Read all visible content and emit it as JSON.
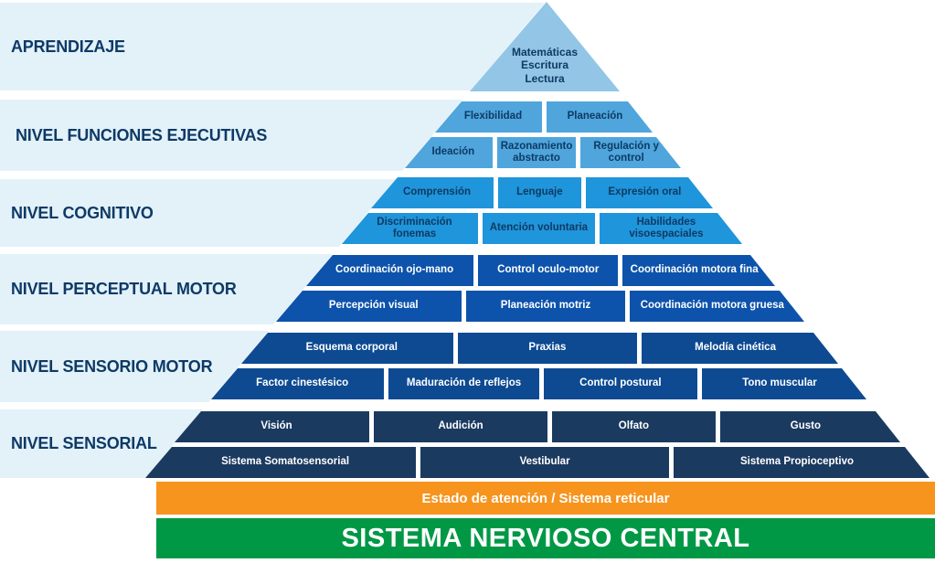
{
  "title_bands": [
    {
      "label": "APRENDIZAJE"
    },
    {
      "label": "NIVEL FUNCIONES EJECUTIVAS"
    },
    {
      "label": "NIVEL COGNITIVO"
    },
    {
      "label": "NIVEL PERCEPTUAL MOTOR"
    },
    {
      "label": "NIVEL SENSORIO MOTOR"
    },
    {
      "label": "NIVEL SENSORIAL"
    }
  ],
  "pyramid": {
    "apex_lines": [
      "Matemáticas",
      "Escritura",
      "Lectura"
    ],
    "rows": [
      [
        "Flexibilidad",
        "Planeación"
      ],
      [
        "Ideación",
        "Razonamiento abstracto",
        "Regulación y control"
      ],
      [
        "Comprensión",
        "Lenguaje",
        "Expresión oral"
      ],
      [
        "Discriminación fonemas",
        "Atención voluntaria",
        "Habilidades visoespaciales"
      ],
      [
        "Coordinación ojo-mano",
        "Control oculo-motor",
        "Coordinación motora fina"
      ],
      [
        "Percepción visual",
        "Planeación motriz",
        "Coordinación motora gruesa"
      ],
      [
        "Esquema corporal",
        "Praxias",
        "Melodía cinética"
      ],
      [
        "Factor cinestésico",
        "Maduración de reflejos",
        "Control postural",
        "Tono muscular"
      ],
      [
        "Visión",
        "Audición",
        "Olfato",
        "Gusto"
      ],
      [
        "Sistema Somatosensorial",
        "Vestibular",
        "Sistema Propioceptivo"
      ]
    ]
  },
  "base_bars": {
    "attention": "Estado de atención / Sistema reticular",
    "cns": "SISTEMA NERVIOSO CENTRAL"
  },
  "colors": {
    "band_bg": "#E3F1F9",
    "label_navy": "#0D3A66",
    "apex_blue": "#93C5E6",
    "executive_blue": "#4FA5DC",
    "cognitive_blue": "#1F95DB",
    "perceptual_blue": "#0D53AB",
    "sensorimotor_blue": "#0D4A92",
    "sensory_navy": "#1A3A60",
    "attention_orange": "#F7941E",
    "cns_green": "#009845"
  }
}
